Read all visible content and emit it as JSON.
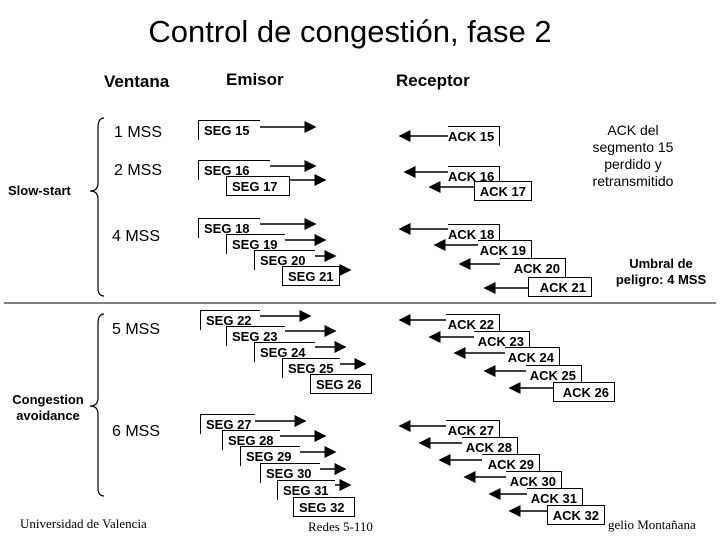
{
  "title": "Control de congestión, fase 2",
  "headers": {
    "window": "Ventana",
    "sender": "Emisor",
    "receiver": "Receptor"
  },
  "windows": [
    "1 MSS",
    "2 MSS",
    "4 MSS",
    "5 MSS",
    "6 MSS"
  ],
  "phases": {
    "slow_start": "Slow-start",
    "congestion_avoidance": "Congestion avoidance"
  },
  "segments": [
    "SEG 15",
    "SEG 16",
    "SEG 17",
    "SEG 18",
    "SEG 19",
    "SEG 20",
    "SEG 21",
    "SEG 22",
    "SEG 23",
    "SEG 24",
    "SEG 25",
    "SEG 26",
    "SEG 27",
    "SEG 28",
    "SEG 29",
    "SEG 30",
    "SEG 31",
    "SEG 32"
  ],
  "acks": [
    "ACK 15",
    "ACK 16",
    "ACK 17",
    "ACK 18",
    "ACK 19",
    "ACK 20",
    "ACK 21",
    "ACK 22",
    "ACK 23",
    "ACK 24",
    "ACK 25",
    "ACK 26",
    "ACK 27",
    "ACK 28",
    "ACK 29",
    "ACK 30",
    "ACK 31",
    "ACK 32"
  ],
  "notes": {
    "retransmit": "ACK del segmento 15 perdido y retransmitido",
    "threshold": "Umbral de peligro: 4 MSS"
  },
  "footer": {
    "left": "Universidad de Valencia",
    "center": "Redes 5-110",
    "right": "gelio Montañana"
  }
}
